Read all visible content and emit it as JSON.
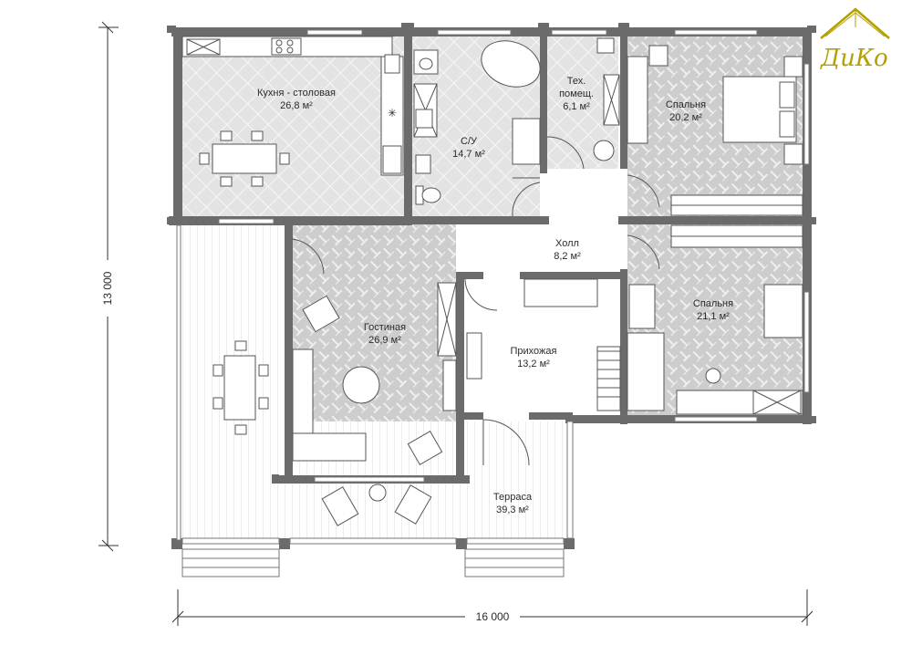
{
  "plan": {
    "rooms": [
      {
        "id": "kitchen",
        "name": "Кухня - столовая",
        "area": "26,8 м²"
      },
      {
        "id": "bathroom",
        "name": "С/У",
        "area": "14,7 м²"
      },
      {
        "id": "tech",
        "name": "Тех.",
        "name2": "помещ.",
        "area": "6,1 м²"
      },
      {
        "id": "bedroom1",
        "name": "Спальня",
        "area": "20,2 м²"
      },
      {
        "id": "hall",
        "name": "Холл",
        "area": "8,2 м²"
      },
      {
        "id": "living",
        "name": "Гостиная",
        "area": "26,9 м²"
      },
      {
        "id": "entry",
        "name": "Прихожая",
        "area": "13,2 м²"
      },
      {
        "id": "bedroom2",
        "name": "Спальня",
        "area": "21,1 м²"
      },
      {
        "id": "terrace",
        "name": "Терраса",
        "area": "39,3 м²"
      }
    ],
    "dimensions": {
      "width": "16 000",
      "height": "13 000"
    }
  },
  "logo": {
    "text": "ДиКо",
    "color": "#b4a000"
  },
  "colors": {
    "wall": "#6b6b6b",
    "tile_floor": "#d9d9d9",
    "parquet_floor": "#cfcfcf",
    "terrace": "#ffffff"
  }
}
